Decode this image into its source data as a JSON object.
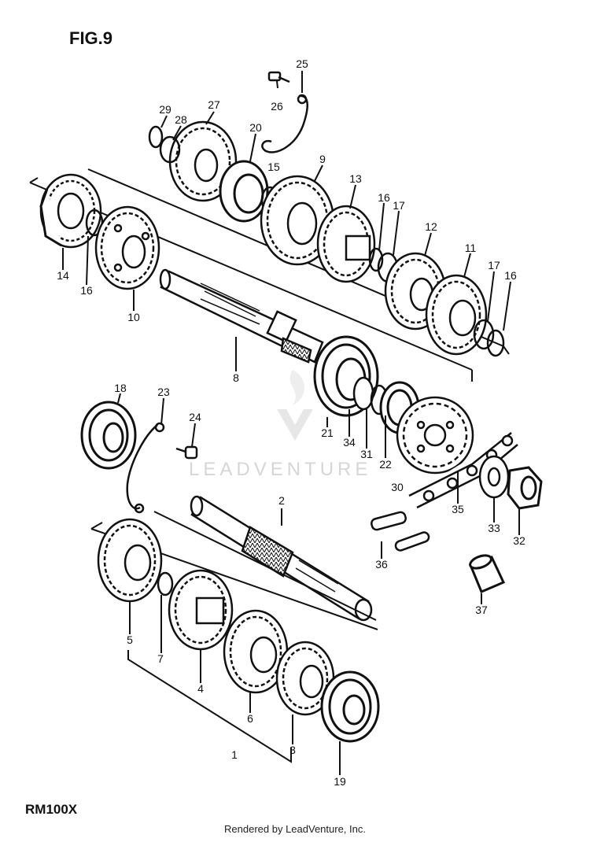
{
  "figure": {
    "title": "FIG.9",
    "model": "RM100X",
    "footer": "Rendered by LeadVenture, Inc."
  },
  "watermark": {
    "text": "LEADVENTURE",
    "color": "#d6d6d6"
  },
  "part_callouts": [
    "1",
    "2",
    "3",
    "4",
    "5",
    "6",
    "7",
    "8",
    "9",
    "10",
    "11",
    "12",
    "13",
    "14",
    "15",
    "16",
    "16",
    "16",
    "17",
    "17",
    "18",
    "19",
    "20",
    "21",
    "22",
    "23",
    "24",
    "25",
    "26",
    "27",
    "28",
    "29",
    "30",
    "31",
    "32",
    "33",
    "34",
    "35",
    "36",
    "37"
  ],
  "colors": {
    "line": "#111111",
    "background": "#ffffff"
  }
}
